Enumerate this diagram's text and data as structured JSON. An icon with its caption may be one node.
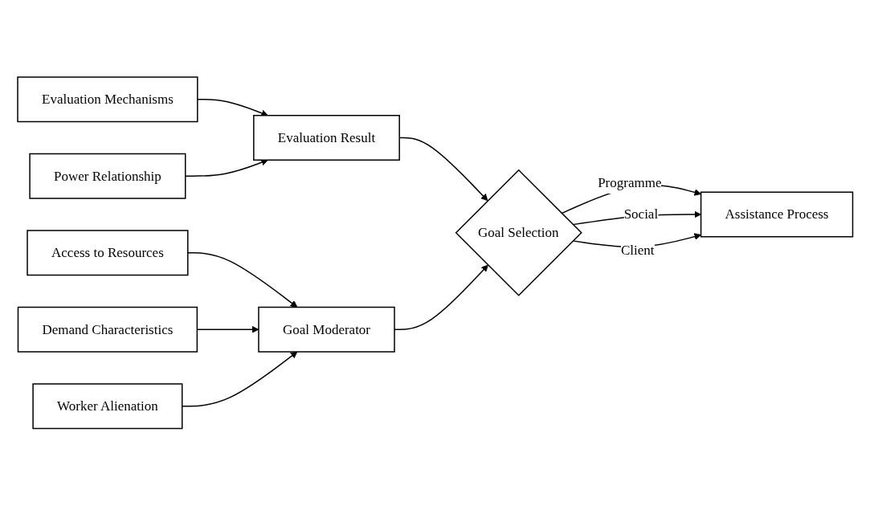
{
  "diagram": {
    "nodes": [
      {
        "text": [
          "Evaluation Mechanisms"
        ]
      },
      {
        "text": [
          "Power Relationship"
        ]
      },
      {
        "text": [
          "Evaluation Result"
        ]
      },
      {
        "text": [
          "Goal Selection"
        ]
      },
      {
        "text": [
          "Assistance Process"
        ]
      },
      {
        "text": [
          "Goal Moderator"
        ]
      },
      {
        "text": [
          "Access to Resources"
        ]
      },
      {
        "text": [
          "Demand Characteristics"
        ]
      },
      {
        "text": [
          "Worker Alienation"
        ]
      }
    ],
    "edges": [
      {
        "from": 0,
        "to": 2,
        "arrow": "to"
      },
      {
        "from": 1,
        "to": 2,
        "arrow": "to"
      },
      {
        "from": 2,
        "to": 3,
        "arrow": "to"
      },
      {
        "from": 3,
        "to": 4,
        "arrow": "to",
        "label": "Programme"
      },
      {
        "from": 3,
        "to": 4,
        "arrow": "to",
        "label": "Social"
      },
      {
        "from": 3,
        "to": 4,
        "arrow": "to",
        "label": "Client"
      },
      {
        "from": 5,
        "to": 3,
        "arrow": "to"
      },
      {
        "from": 6,
        "to": 5,
        "arrow": "to"
      },
      {
        "from": 7,
        "to": 5,
        "arrow": "to"
      },
      {
        "from": 8,
        "to": 5,
        "arrow": "to"
      }
    ]
  }
}
